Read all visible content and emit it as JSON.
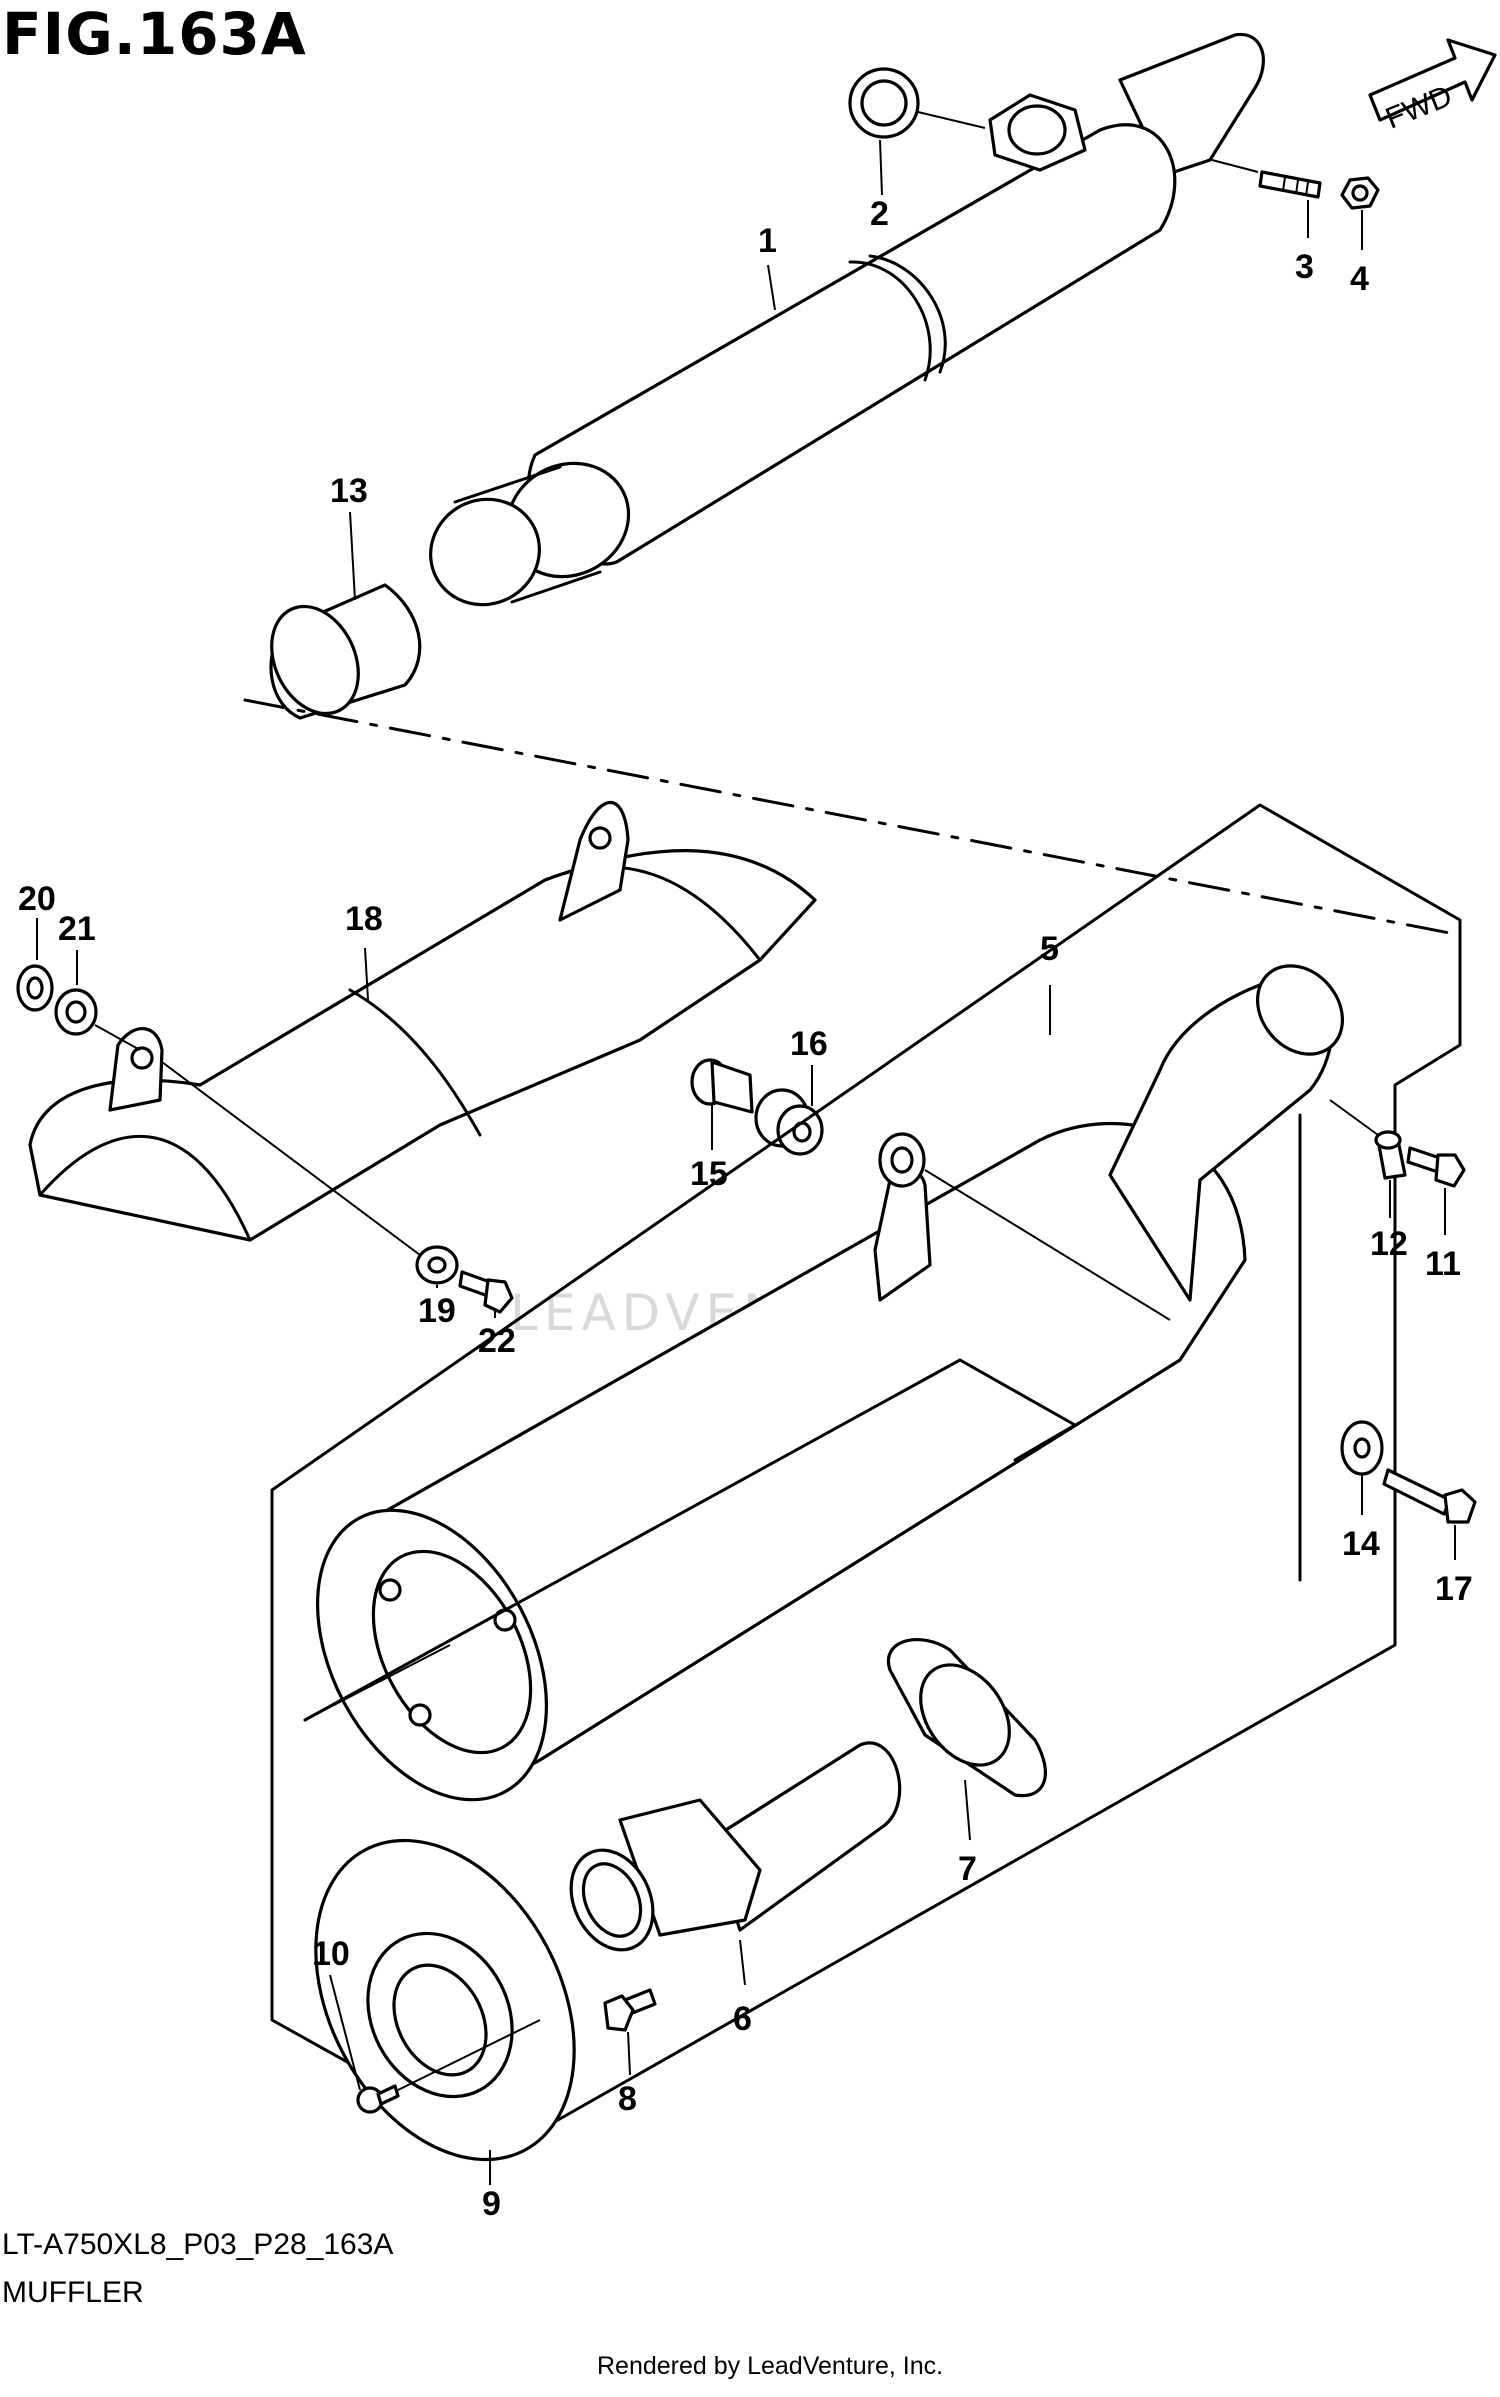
{
  "figure": {
    "title": "FIG.163A",
    "model_code": "LT-A750XL8_P03_P28_163A",
    "section_name": "MUFFLER",
    "render_credit": "Rendered by LeadVenture, Inc.",
    "direction_badge": "FWD",
    "watermark": "LEADVENTURE"
  },
  "callouts": {
    "c1": "1",
    "c2": "2",
    "c3": "3",
    "c4": "4",
    "c5": "5",
    "c6": "6",
    "c7": "7",
    "c8": "8",
    "c9": "9",
    "c10": "10",
    "c11": "11",
    "c12": "12",
    "c13": "13",
    "c14": "14",
    "c15": "15",
    "c16": "16",
    "c17": "17",
    "c18": "18",
    "c19": "19",
    "c20": "20",
    "c21": "21",
    "c22": "22"
  }
}
